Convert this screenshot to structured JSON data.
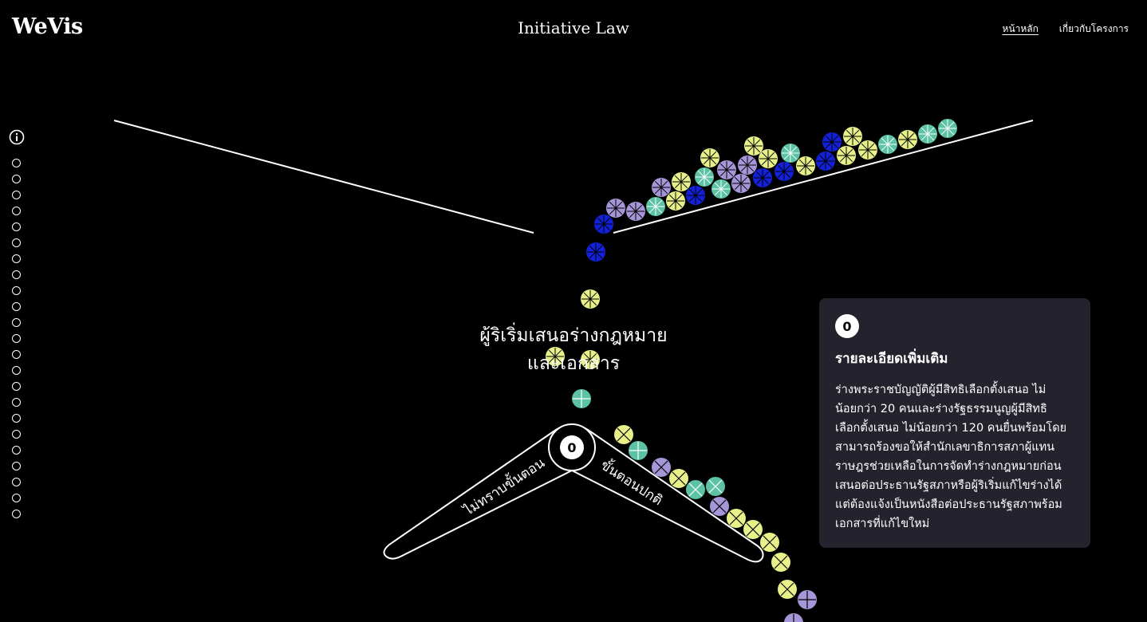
{
  "header": {
    "logo": "WeVis",
    "title": "Initiative Law",
    "nav": [
      {
        "label": "หน้าหลัก",
        "active": true
      },
      {
        "label": "เกี่ยวกับโครงการ",
        "active": false
      }
    ]
  },
  "side_nav": {
    "info_icon": "info-icon",
    "step_count": 23
  },
  "stage": {
    "label_line1": "ผู้ริเริ่มเสนอร่างกฎหมาย",
    "label_line2": "และเอกสาร",
    "center_count": "0",
    "left_branch_label": "ไม่ทราบขั้นตอน",
    "right_branch_label": "ขั้นตอนปกติ"
  },
  "panel": {
    "count": "0",
    "heading": "รายละเอียดเพิ่มเติม",
    "lines": [
      "ร่างพระราชบัญญัติผู้มีสิทธิเลือกตั้งเสนอ ไม่",
      "น้อยกว่า 20 คนและร่างรัฐธรรมนูญผู้มีสิทธิ",
      "เลือกตั้งเสนอ ไม่น้อยกว่า 120 คนยื่นพร้อมโดย",
      "สามารถร้องขอให้สำนักเลขาธิการสภาผู้แทน",
      "ราษฎรช่วยเหลือในการจัดทำร่างกฎหมายก่อน",
      "เสนอต่อประธานรัฐสภาหรือผู้ริเริ่มแก้ไขร่างได้",
      "แต่ต้องแจ้งเป็นหนังสือต่อประธานรัฐสภาพร้อม",
      "เอกสารที่แก้ไขใหม่"
    ]
  },
  "colors": {
    "yellow": "#e8f08a",
    "teal": "#5cc2a4",
    "purple": "#a596d8",
    "blue": "#1420d6",
    "panel_bg": "#24232d"
  }
}
